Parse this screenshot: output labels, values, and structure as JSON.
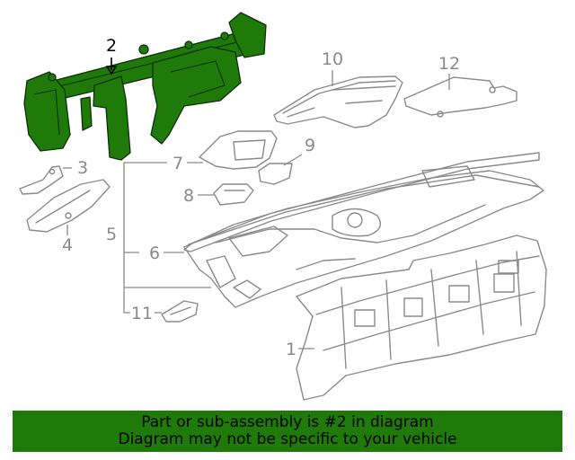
{
  "callouts": {
    "c1": "1",
    "c2": "2",
    "c3": "3",
    "c4": "4",
    "c5": "5",
    "c6": "6",
    "c7": "7",
    "c8": "8",
    "c9": "9",
    "c10": "10",
    "c11": "11",
    "c12": "12"
  },
  "highlighted_callout": "2",
  "banner": {
    "line1": "Part or sub-assembly is #2 in diagram",
    "line2": "Diagram may not be specific to your vehicle"
  },
  "colors": {
    "highlight": "#1f7a0a",
    "outline": "#8a8a8a"
  }
}
